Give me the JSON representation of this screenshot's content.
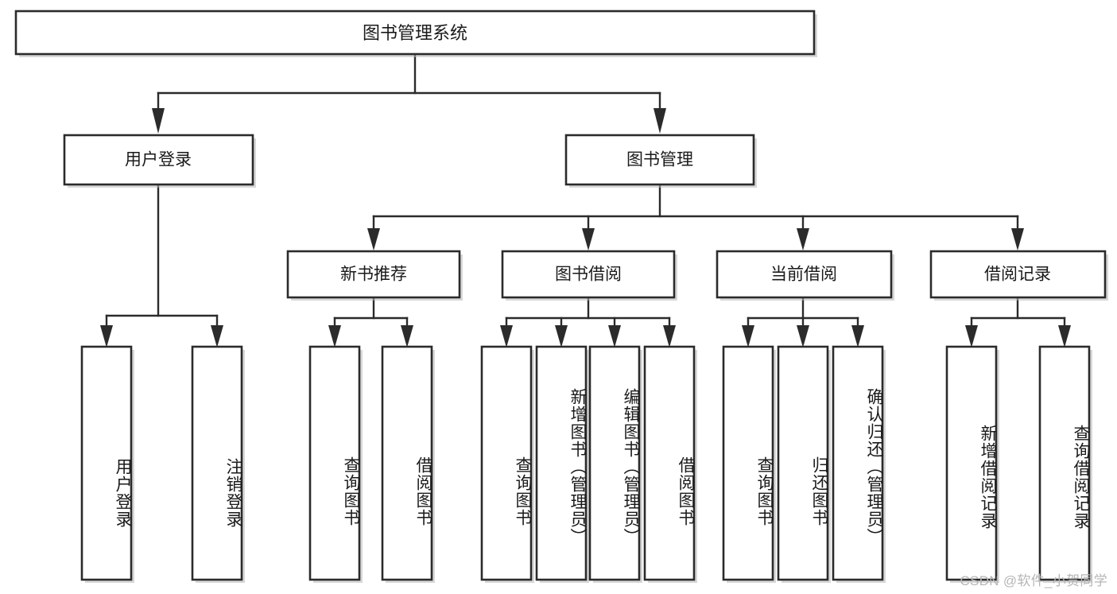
{
  "diagram": {
    "type": "tree-hierarchy",
    "title": "图书管理系统",
    "watermark": "CSDN @软件_小贺同学",
    "colors": {
      "box_stroke": "#2b2b2b",
      "box_fill": "#ffffff",
      "connector": "#2b2b2b",
      "background": "#ffffff",
      "watermark": "#b6b6b6"
    },
    "levels": {
      "root": {
        "label": "图书管理系统"
      },
      "level2": [
        {
          "label": "用户登录"
        },
        {
          "label": "图书管理"
        }
      ],
      "level3": [
        {
          "label": "新书推荐"
        },
        {
          "label": "图书借阅"
        },
        {
          "label": "当前借阅"
        },
        {
          "label": "借阅记录"
        }
      ],
      "leaves": {
        "user_login": [
          {
            "label": "用户登录"
          },
          {
            "label": "注销登录"
          }
        ],
        "new_book_recommend": [
          {
            "label": "查询图书"
          },
          {
            "label": "借阅图书"
          }
        ],
        "book_borrow": [
          {
            "label": "查询图书"
          },
          {
            "label": "新增图书（管理员）"
          },
          {
            "label": "编辑图书（管理员）"
          },
          {
            "label": "借阅图书"
          }
        ],
        "current_borrow": [
          {
            "label": "查询图书"
          },
          {
            "label": "归还图书"
          },
          {
            "label": "确认归还（管理员）"
          }
        ],
        "borrow_record": [
          {
            "label": "新增借阅记录"
          },
          {
            "label": "查询借阅记录"
          }
        ]
      }
    }
  }
}
